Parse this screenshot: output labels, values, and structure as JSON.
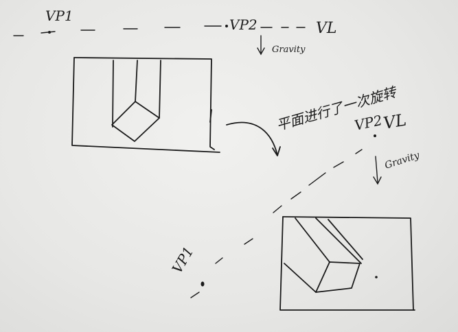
{
  "labels": {
    "vp1_top": "VP1",
    "vp2_top": "VP2",
    "vl_top": "VL",
    "gravity_top": "Gravity",
    "rotation_note": "平面进行了一次旋转",
    "vp2_right": "VP2",
    "vl_right": "VL",
    "gravity_right": "Gravity",
    "vp1_bottom": "VP1"
  },
  "colors": {
    "ink": "#1a1a1a",
    "paper": "#eeeeec"
  }
}
